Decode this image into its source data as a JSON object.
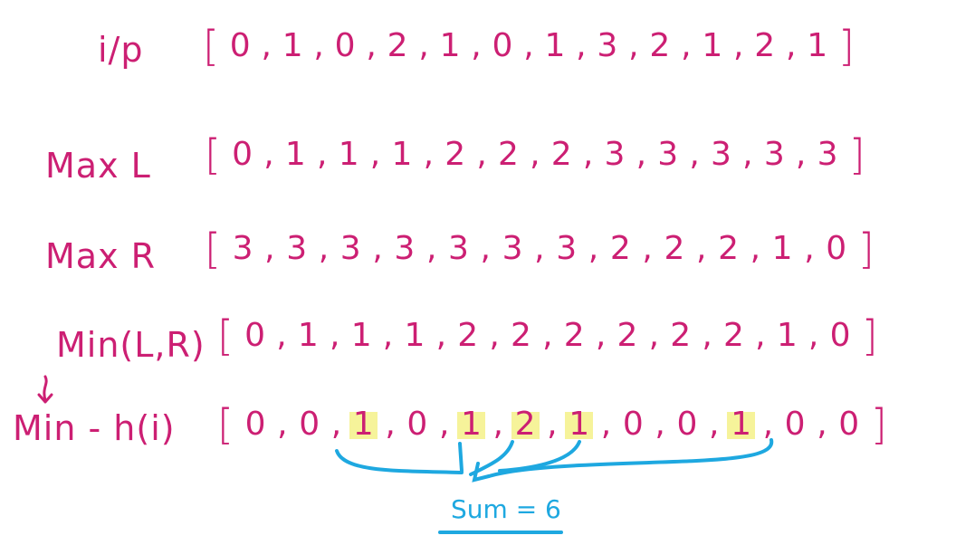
{
  "rows": [
    {
      "key": "input",
      "label": "i/p",
      "values": [
        "0",
        "1",
        "0",
        "2",
        "1",
        "0",
        "1",
        "3",
        "2",
        "1",
        "2",
        "1"
      ],
      "highlight": []
    },
    {
      "key": "max-left",
      "label": "Max L",
      "values": [
        "0",
        "1",
        "1",
        "1",
        "2",
        "2",
        "2",
        "3",
        "3",
        "3",
        "3",
        "3"
      ],
      "highlight": []
    },
    {
      "key": "max-right",
      "label": "Max R",
      "values": [
        "3",
        "3",
        "3",
        "3",
        "3",
        "3",
        "3",
        "2",
        "2",
        "2",
        "1",
        "0"
      ],
      "highlight": []
    },
    {
      "key": "min-lr",
      "label": "Min(L,R)",
      "values": [
        "0",
        "1",
        "1",
        "1",
        "2",
        "2",
        "2",
        "2",
        "2",
        "2",
        "1",
        "0"
      ],
      "highlight": []
    },
    {
      "key": "water",
      "label": "Min - h(i)",
      "values": [
        "0",
        "0",
        "1",
        "0",
        "1",
        "2",
        "1",
        "0",
        "0",
        "1",
        "0",
        "0"
      ],
      "highlight": [
        2,
        4,
        5,
        6,
        9
      ]
    }
  ],
  "sum_label": "Sum = 6",
  "colors": {
    "ink": "#cc1f73",
    "highlight": "#f6f39a",
    "connector": "#1ea8e0"
  }
}
